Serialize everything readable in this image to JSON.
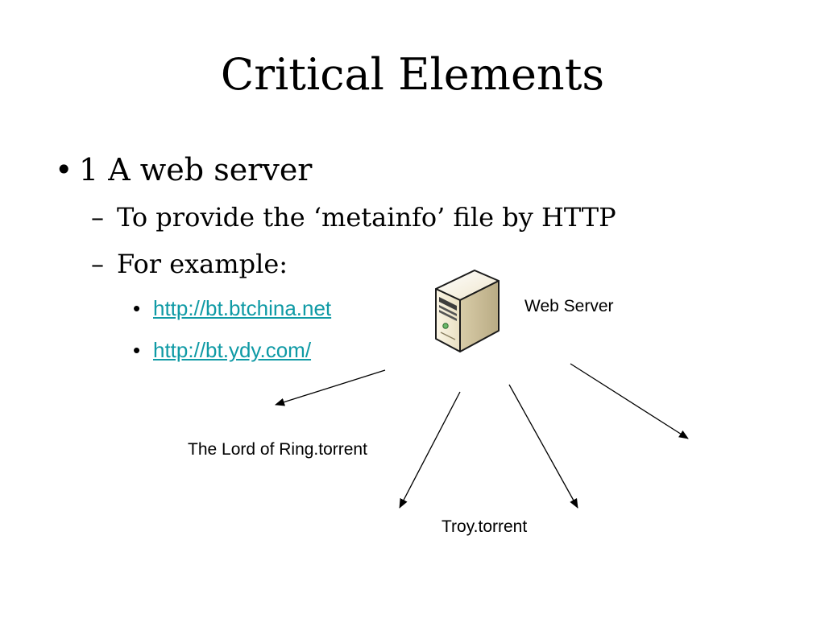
{
  "slide": {
    "title": "Critical Elements",
    "bullets": {
      "level1": {
        "marker": "•",
        "text": "1 A web server"
      },
      "level2": [
        {
          "marker": "–",
          "text": "To provide the ‘metainfo’ file by HTTP"
        },
        {
          "marker": "–",
          "text": "For example:"
        }
      ],
      "links": [
        {
          "marker": "•",
          "text": "http://bt.btchina.net"
        },
        {
          "marker": "•",
          "text": "http://bt.ydy.com/"
        }
      ]
    },
    "diagram": {
      "server_label": "Web Server",
      "file_labels": [
        "The Lord of Ring.torrent",
        "Troy.torrent"
      ],
      "server_icon": "server-tower-icon"
    },
    "colors": {
      "link": "#0f9aa5",
      "text": "#000000",
      "server_body": "#f2ead4"
    }
  }
}
